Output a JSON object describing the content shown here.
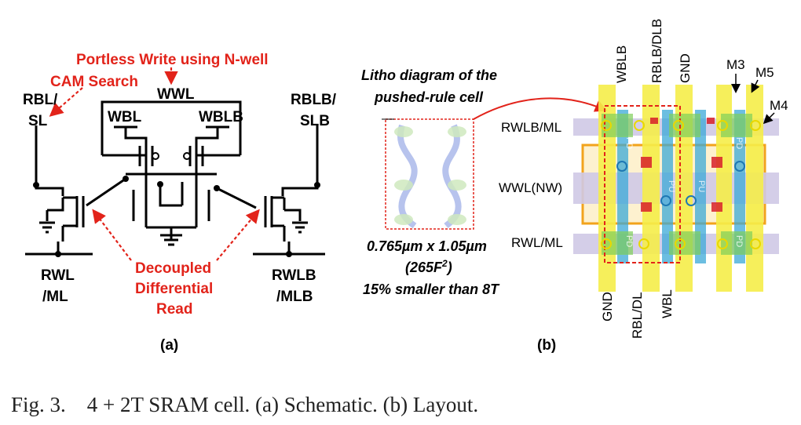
{
  "schematic": {
    "annotations": {
      "portless": "Portless Write using N-well",
      "cam": "CAM Search",
      "decoupled_1": "Decoupled",
      "decoupled_2": "Differential",
      "decoupled_3": "Read"
    },
    "labels": {
      "wwl": "WWL",
      "rbl_1": "RBL/",
      "rbl_2": "SL",
      "rblb_1": "RBLB/",
      "rblb_2": "SLB",
      "wbl": "WBL",
      "wblb": "WBLB",
      "rwl_1": "RWL",
      "rwl_2": "/ML",
      "rwlb_1": "RWLB",
      "rwlb_2": "/MLB"
    },
    "sublabel": "(a)"
  },
  "litho": {
    "title_1": "Litho diagram of the",
    "title_2": "pushed-rule cell",
    "dims": "0.765µm x 1.05µm",
    "area_pre": "(265F",
    "area_sup": "2",
    "area_post": ")",
    "compare": "15% smaller than 8T"
  },
  "layout": {
    "top_labels": [
      "WBLB",
      "RBLB/DLB",
      "GND"
    ],
    "bottom_labels": [
      "GND",
      "RBL/DL",
      "WBL"
    ],
    "metal_labels": [
      "M3",
      "M5",
      "M4"
    ],
    "row_labels": [
      "RWLB/ML",
      "WWL(NW)",
      "RWL/ML"
    ],
    "device_labels": [
      "PD",
      "PU",
      "PD",
      "PD",
      "PU",
      "PD"
    ],
    "sublabel": "(b)"
  },
  "caption": "Fig. 3.    4 + 2T SRAM cell. (a) Schematic. (b) Layout.",
  "colors": {
    "annotation_red": "#e2231a",
    "metal_yellow": "#f6ee4a",
    "wordline_lavender": "#cfc9e6",
    "nwell_orange": "#f2a31c",
    "poly_blue": "#3ba9d8",
    "contact_red": "#d8202a"
  }
}
